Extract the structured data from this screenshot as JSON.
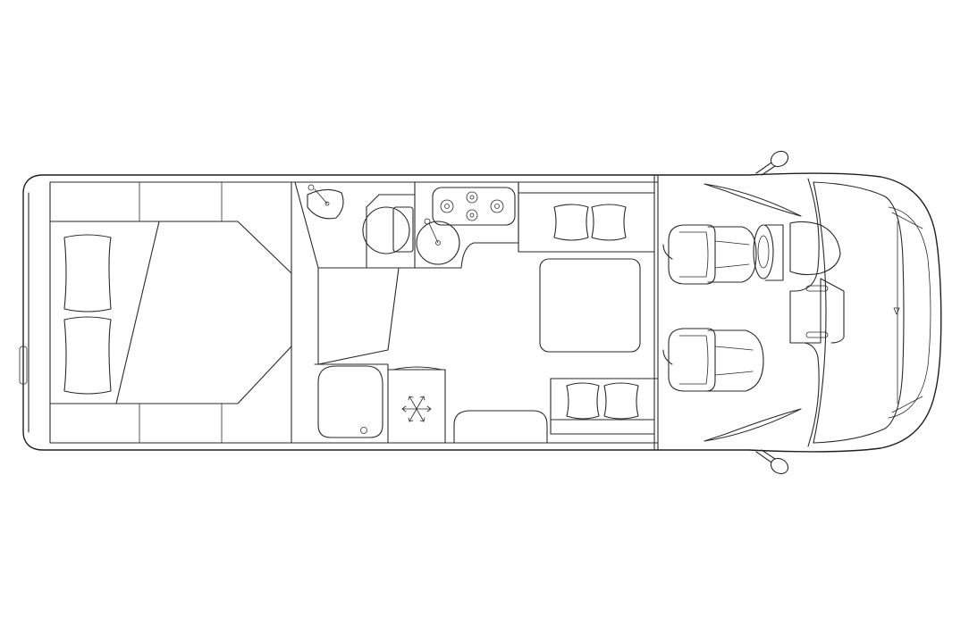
{
  "diagram": {
    "type": "motorhome-floor-plan",
    "view": "top-down",
    "orientation": "front-right",
    "stroke_color": "#2a2a2a",
    "background_color": "#ffffff",
    "components": [
      {
        "id": "rear-bed",
        "icon": "bed-icon",
        "pillows": 2
      },
      {
        "id": "bathroom-washbasin",
        "icon": "washbasin-icon"
      },
      {
        "id": "toilet",
        "icon": "toilet-icon"
      },
      {
        "id": "kitchen-sink",
        "icon": "sink-icon"
      },
      {
        "id": "hob",
        "icon": "hob-icon",
        "burners": 4
      },
      {
        "id": "shower",
        "icon": "shower-tray-icon"
      },
      {
        "id": "fridge",
        "icon": "snowflake-icon"
      },
      {
        "id": "dinette-table",
        "icon": "table-icon"
      },
      {
        "id": "dinette-bench-left",
        "icon": "bench-icon",
        "cushions": 2
      },
      {
        "id": "dinette-bench-right",
        "icon": "bench-icon",
        "cushions": 2
      },
      {
        "id": "driver-seat",
        "icon": "seat-icon"
      },
      {
        "id": "passenger-seat",
        "icon": "seat-icon"
      },
      {
        "id": "steering-wheel",
        "icon": "steering-wheel-icon"
      },
      {
        "id": "dashboard",
        "icon": "dashboard-icon"
      },
      {
        "id": "side-mirrors",
        "icon": "mirror-icon",
        "count": 2
      },
      {
        "id": "cab-nose",
        "icon": "vehicle-front-icon"
      }
    ]
  }
}
